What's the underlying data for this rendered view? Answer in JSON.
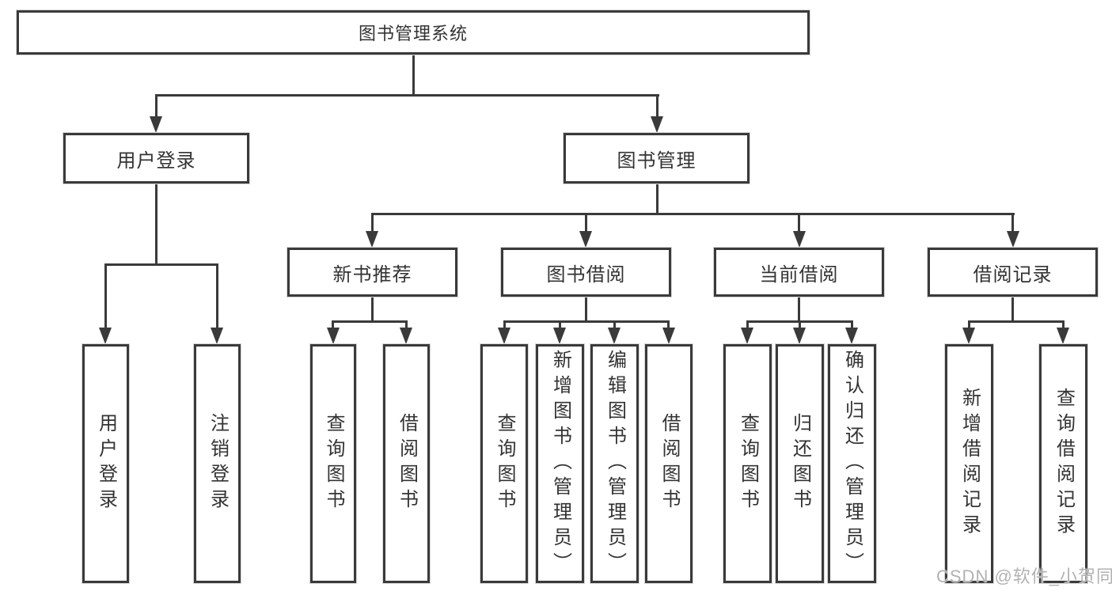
{
  "diagram": {
    "type": "tree",
    "title": "图书管理系统"
  },
  "nodes": {
    "root": {
      "label": "图书管理系统"
    },
    "level2": [
      {
        "label": "用户登录"
      },
      {
        "label": "图书管理"
      }
    ],
    "level3": [
      {
        "label": "新书推荐",
        "parent": "图书管理"
      },
      {
        "label": "图书借阅",
        "parent": "图书管理"
      },
      {
        "label": "当前借阅",
        "parent": "图书管理"
      },
      {
        "label": "借阅记录",
        "parent": "图书管理"
      }
    ]
  },
  "leaves": [
    {
      "label": "用户登录",
      "parent": "用户登录"
    },
    {
      "label": "注销登录",
      "parent": "用户登录"
    },
    {
      "label": "查询图书",
      "parent": "新书推荐"
    },
    {
      "label": "借阅图书",
      "parent": "新书推荐"
    },
    {
      "label": "查询图书",
      "parent": "图书借阅"
    },
    {
      "label": "新增图书（管理员）",
      "parent": "图书借阅"
    },
    {
      "label": "编辑图书（管理员）",
      "parent": "图书借阅"
    },
    {
      "label": "借阅图书",
      "parent": "图书借阅"
    },
    {
      "label": "查询图书",
      "parent": "当前借阅"
    },
    {
      "label": "归还图书",
      "parent": "当前借阅"
    },
    {
      "label": "确认归还（管理员）",
      "parent": "当前借阅"
    },
    {
      "label": "新增借阅记录",
      "parent": "借阅记录"
    },
    {
      "label": "查询借阅记录",
      "parent": "借阅记录"
    }
  ],
  "watermark": "CSDN @软件_小贺同学",
  "colors": {
    "line": "#3a3a3a",
    "text": "#333333",
    "background": "#ffffff",
    "watermark": "#b2b2b2"
  }
}
